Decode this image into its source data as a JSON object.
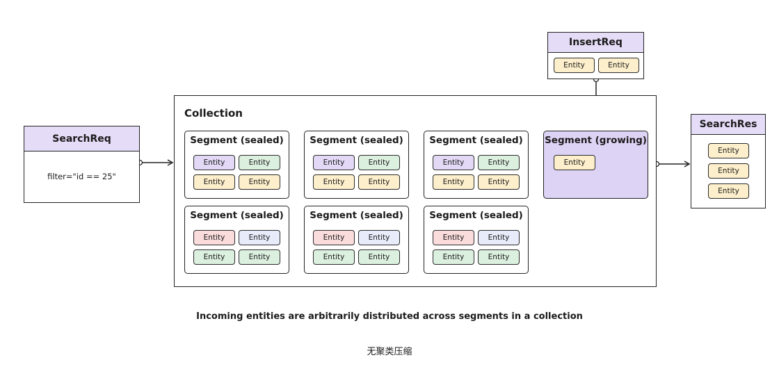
{
  "search_req": {
    "title": "SearchReq",
    "filter": "filter=\"id == 25\""
  },
  "insert_req": {
    "title": "InsertReq",
    "entities": [
      {
        "label": "Entity",
        "color": "#fdefcb"
      },
      {
        "label": "Entity",
        "color": "#fdefcb"
      }
    ]
  },
  "search_res": {
    "title": "SearchRes",
    "entities": [
      {
        "label": "Entity",
        "color": "#fdefcb"
      },
      {
        "label": "Entity",
        "color": "#fdefcb"
      },
      {
        "label": "Entity",
        "color": "#fdefcb"
      }
    ]
  },
  "collection": {
    "title": "Collection",
    "segments": [
      {
        "title": "Segment (sealed)",
        "entities": [
          {
            "label": "Entity",
            "color": "purple"
          },
          {
            "label": "Entity",
            "color": "green"
          },
          {
            "label": "Entity",
            "color": "yellow"
          },
          {
            "label": "Entity",
            "color": "yellow"
          }
        ]
      },
      {
        "title": "Segment (sealed)",
        "entities": [
          {
            "label": "Entity",
            "color": "purple"
          },
          {
            "label": "Entity",
            "color": "green"
          },
          {
            "label": "Entity",
            "color": "yellow"
          },
          {
            "label": "Entity",
            "color": "yellow"
          }
        ]
      },
      {
        "title": "Segment (sealed)",
        "entities": [
          {
            "label": "Entity",
            "color": "purple"
          },
          {
            "label": "Entity",
            "color": "green"
          },
          {
            "label": "Entity",
            "color": "yellow"
          },
          {
            "label": "Entity",
            "color": "yellow"
          }
        ]
      },
      {
        "title": "Segment (growing)",
        "entities": [
          {
            "label": "Entity",
            "color": "yellow"
          }
        ]
      },
      {
        "title": "Segment (sealed)",
        "entities": [
          {
            "label": "Entity",
            "color": "pink"
          },
          {
            "label": "Entity",
            "color": "blue"
          },
          {
            "label": "Entity",
            "color": "green"
          },
          {
            "label": "Entity",
            "color": "green"
          }
        ]
      },
      {
        "title": "Segment (sealed)",
        "entities": [
          {
            "label": "Entity",
            "color": "pink"
          },
          {
            "label": "Entity",
            "color": "blue"
          },
          {
            "label": "Entity",
            "color": "green"
          },
          {
            "label": "Entity",
            "color": "green"
          }
        ]
      },
      {
        "title": "Segment (sealed)",
        "entities": [
          {
            "label": "Entity",
            "color": "pink"
          },
          {
            "label": "Entity",
            "color": "blue"
          },
          {
            "label": "Entity",
            "color": "green"
          },
          {
            "label": "Entity",
            "color": "green"
          }
        ]
      }
    ]
  },
  "caption": "Incoming entities are arbitrarily distributed across segments in a collection",
  "footer": "无聚类压缩",
  "colors": {
    "header_purple": "#e5dcf7",
    "growing_segment": "#ddd3f5",
    "yellow": "#fdefcb",
    "purple": "#e3d9f6",
    "green": "#dcf0df",
    "pink": "#fadcdc",
    "blue": "#e8ecfa"
  }
}
